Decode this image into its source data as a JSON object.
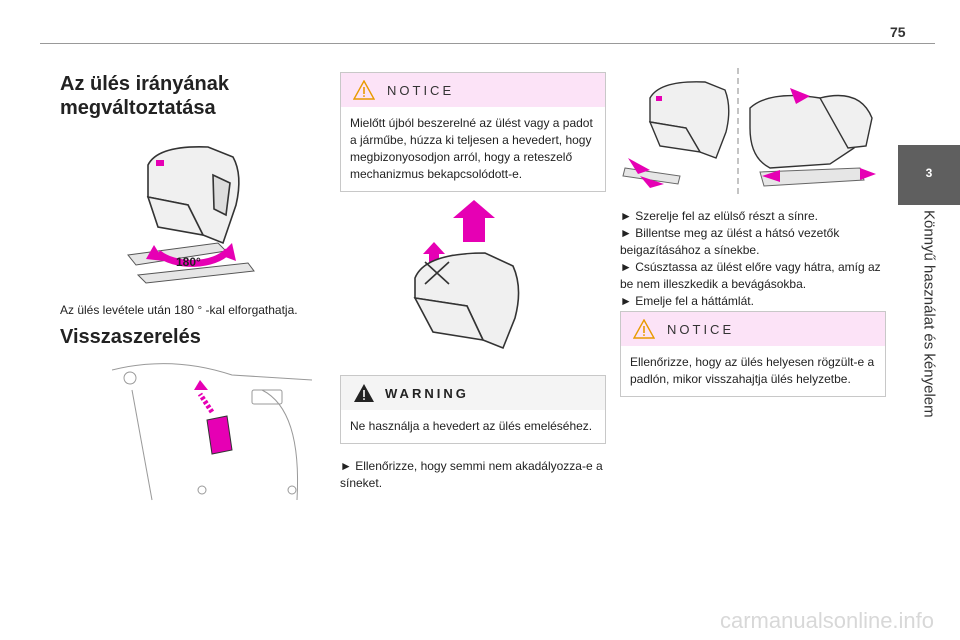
{
  "page": {
    "number": "75"
  },
  "side": {
    "tab_number": "3",
    "chapter_title": "Könnyű használat és kényelem"
  },
  "col1": {
    "heading1": "Az ülés irányának megváltoztatása",
    "rotation_label": "180°",
    "paragraph1": "Az ülés levétele után 180 ° -kal elforgathatja.",
    "heading2": "Visszaszerelés"
  },
  "col2": {
    "notice": {
      "label": "NOTICE",
      "text": "Mielőtt újból beszerelné az ülést vagy a padot a járműbe, húzza ki teljesen a hevedert, hogy megbizonyosodjon arról, hogy a reteszelő mechanizmus bekapcsolódott-e."
    },
    "warning": {
      "label": "WARNING",
      "text": "Ne használja a hevedert az ülés emeléséhez."
    },
    "step": "► Ellenőrizze, hogy semmi nem akadályozza-e a síneket."
  },
  "col3": {
    "steps": [
      "► Szerelje fel az elülső részt a sínre.",
      "► Billentse meg az ülést a hátsó vezetők beigazításához a sínekbe.",
      "► Csúsztassa az ülést előre vagy hátra, amíg az be nem illeszkedik a bevágásokba.",
      "► Emelje fel a háttámlát."
    ],
    "notice": {
      "label": "NOTICE",
      "text": "Ellenőrizze, hogy az ülés helyesen rögzült-e a padlón, mikor visszahajtja ülés helyzetbe."
    }
  },
  "footer": {
    "watermark": "carmanualsonline.info"
  },
  "colors": {
    "accent_pink": "#e600b4",
    "notice_bg": "#fce3f7",
    "tab_gray": "#5f5f5f"
  }
}
